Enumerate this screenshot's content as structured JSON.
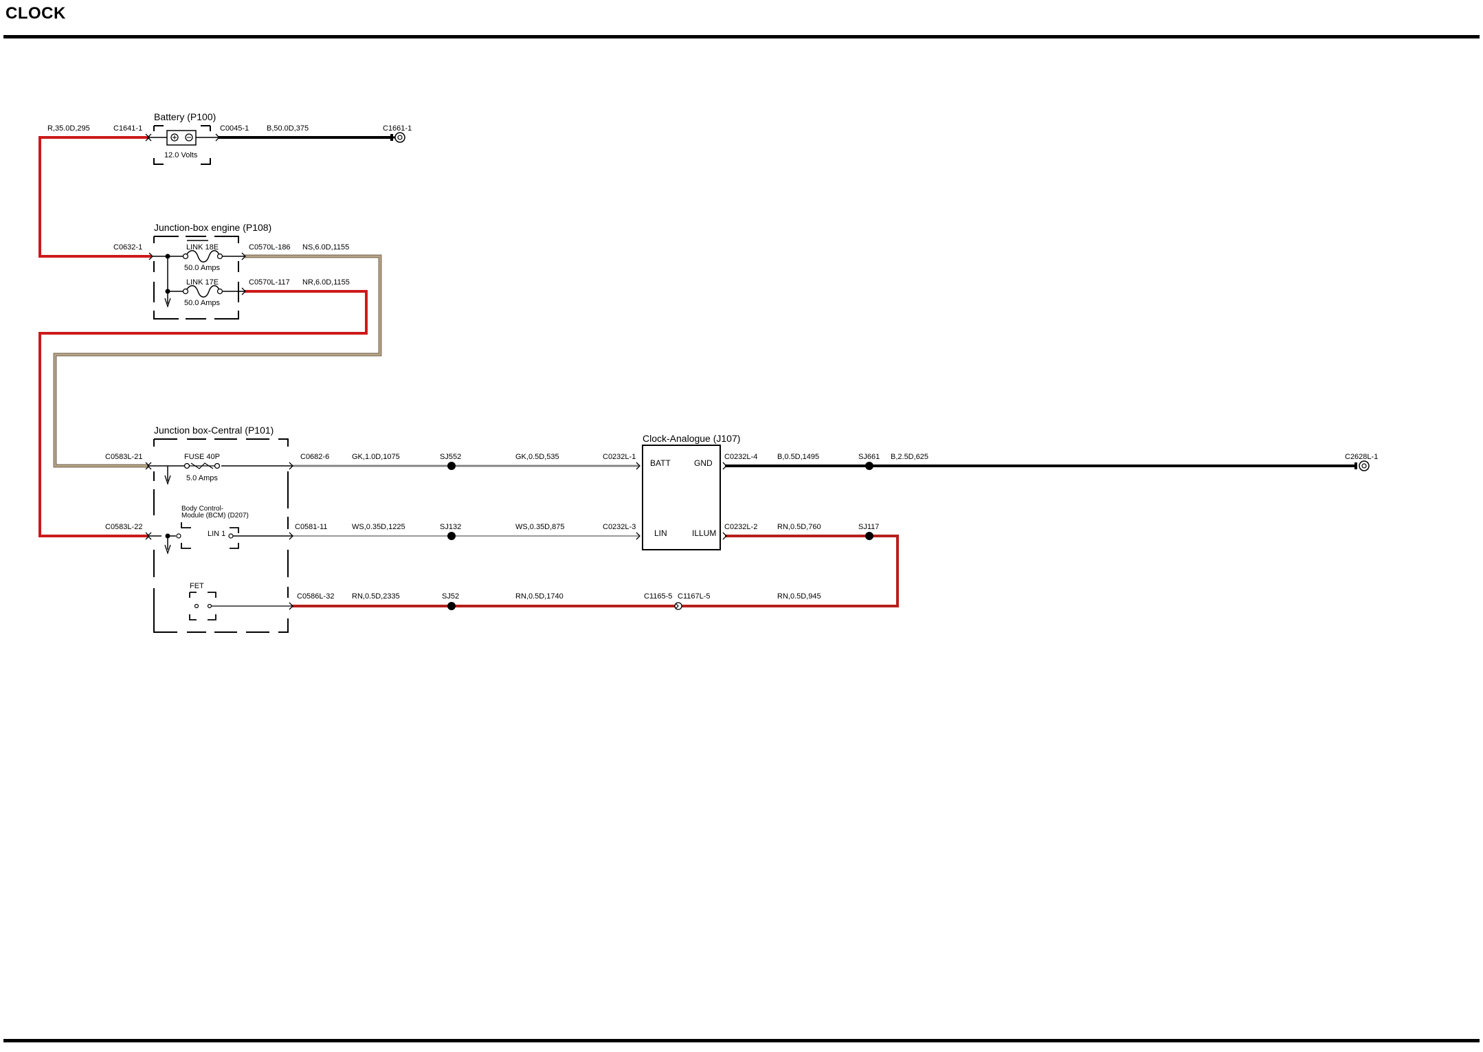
{
  "page": {
    "title": "CLOCK"
  },
  "colors": {
    "red": "#cc1a1a",
    "darkred": "#b5201a",
    "tan": "#8a7a66",
    "tan_inner": "#c9b48f",
    "grey": "#9a9a9a",
    "black": "#000000"
  },
  "components": {
    "battery": {
      "title": "Battery (P100)",
      "rating": "12.0 Volts"
    },
    "jb_engine": {
      "title": "Junction-box engine (P108)",
      "link1": "LINK 18E",
      "link1_rating": "50.0 Amps",
      "link2": "LINK 17E",
      "link2_rating": "50.0 Amps"
    },
    "jb_central": {
      "title": "Junction box-Central (P101)",
      "fuse": "FUSE 40P",
      "fuse_rating": "5.0 Amps",
      "bcm": "Body Control-Module (BCM) (D207)",
      "lin": "LIN 1",
      "fet": "FET"
    },
    "clock": {
      "title": "Clock-Analogue (J107)",
      "pins": [
        "BATT",
        "GND",
        "LIN",
        "ILLUM"
      ]
    }
  },
  "connectors": {
    "c1641": "C1641-1",
    "c0045": "C0045-1",
    "c1661": "C1661-1",
    "c0632": "C0632-1",
    "c0570_186": "C0570L-186",
    "c0570_117": "C0570L-117",
    "c0583_21": "C0583L-21",
    "c0583_22": "C0583L-22",
    "c0682": "C0682-6",
    "c0581": "C0581-11",
    "c0586": "C0586L-32",
    "c0232_1": "C0232L-1",
    "c0232_3": "C0232L-3",
    "c0232_4": "C0232L-4",
    "c0232_2": "C0232L-2",
    "c1165": "C1165-5",
    "c1167": "C1167L-5",
    "c2628": "C2628L-1"
  },
  "splices": {
    "sj552": "SJ552",
    "sj132": "SJ132",
    "sj52": "SJ52",
    "sj661": "SJ661",
    "sj117": "SJ117"
  },
  "wires": {
    "w_r35": "R,35.0D,295",
    "w_b50": "B,50.0D,375",
    "w_ns6": "NS,6.0D,1155",
    "w_nr6": "NR,6.0D,1155",
    "w_gk10": "GK,1.0D,1075",
    "w_gk05": "GK,0.5D,535",
    "w_ws1225": "WS,0.35D,1225",
    "w_ws875": "WS,0.35D,875",
    "w_rn2335": "RN,0.5D,2335",
    "w_rn1740": "RN,0.5D,1740",
    "w_rn945": "RN,0.5D,945",
    "w_b05": "B,0.5D,1495",
    "w_b25": "B,2.5D,625",
    "w_rn760": "RN,0.5D,760"
  }
}
